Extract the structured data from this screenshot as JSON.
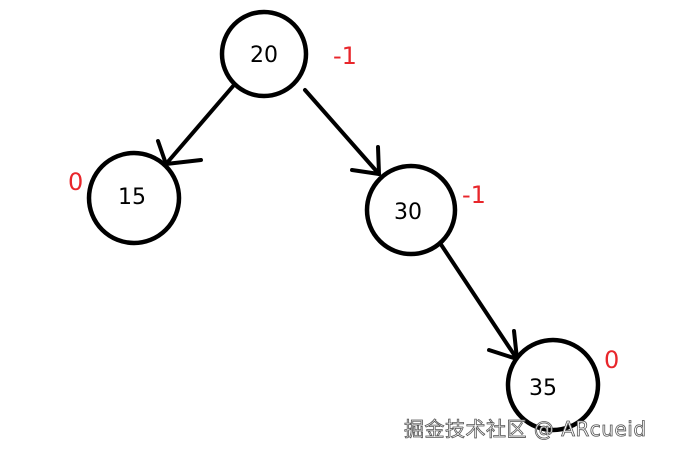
{
  "colors": {
    "balance_factor": "#e8262b",
    "stroke": "#000000",
    "watermark": "#555555"
  },
  "nodes": [
    {
      "id": "n20",
      "label": "20",
      "balance_factor": "-1"
    },
    {
      "id": "n15",
      "label": "15",
      "balance_factor": "0"
    },
    {
      "id": "n30",
      "label": "30",
      "balance_factor": "-1"
    },
    {
      "id": "n35",
      "label": "35",
      "balance_factor": "0"
    }
  ],
  "edges": [
    {
      "from": "n20",
      "to": "n15"
    },
    {
      "from": "n20",
      "to": "n30"
    },
    {
      "from": "n30",
      "to": "n35"
    }
  ],
  "watermark": "掘金技术社区 @ ARcueid"
}
